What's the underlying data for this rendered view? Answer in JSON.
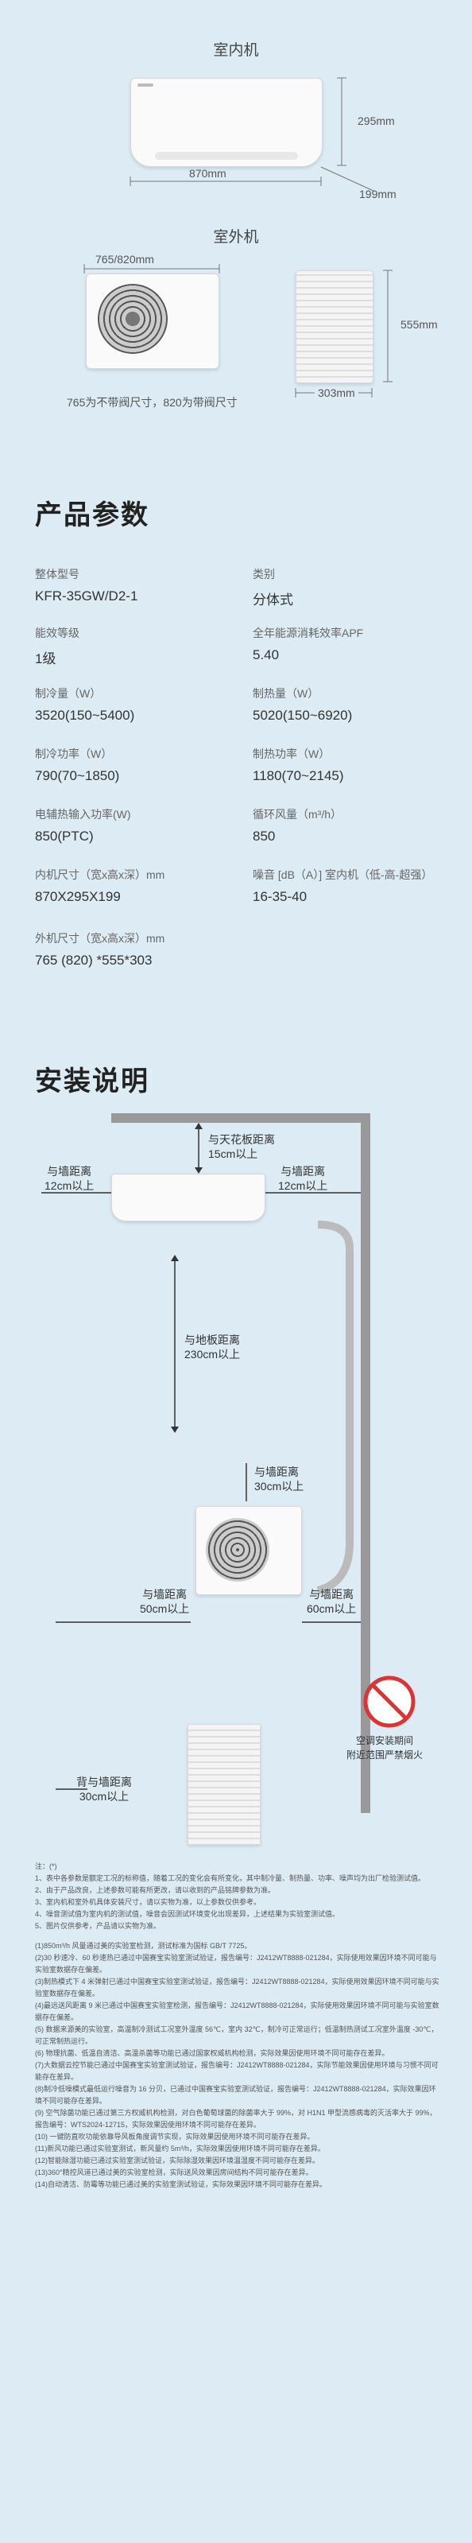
{
  "indoor": {
    "title": "室内机",
    "width": "870mm",
    "height": "295mm",
    "depth": "199mm"
  },
  "outdoor": {
    "title": "室外机",
    "width": "765/820mm",
    "width_note": "765为不带阀尺寸，820为带阀尺寸",
    "height": "555mm",
    "depth": "303mm"
  },
  "params": {
    "title": "产品参数",
    "items": [
      {
        "label": "整体型号",
        "value": "KFR-35GW/D2-1"
      },
      {
        "label": "类别",
        "value": "分体式"
      },
      {
        "label": "能效等级",
        "value": "1级"
      },
      {
        "label": "全年能源消耗效率APF",
        "value": "5.40"
      },
      {
        "label": "制冷量（W）",
        "value": "3520(150~5400)"
      },
      {
        "label": "制热量（W）",
        "value": "5020(150~6920)"
      },
      {
        "label": "制冷功率（W）",
        "value": "790(70~1850)"
      },
      {
        "label": "制热功率（W）",
        "value": "1180(70~2145)"
      },
      {
        "label": "电辅热输入功率(W)",
        "value": "850(PTC)"
      },
      {
        "label": "循环风量（m³/h）",
        "value": "850"
      },
      {
        "label": "内机尺寸（宽x高x深）mm",
        "value": "870X295X199"
      },
      {
        "label": "噪音 [dB（A）] 室内机（低-高-超强）",
        "value": "16-35-40"
      },
      {
        "label": "外机尺寸（宽x高x深）mm",
        "value": "765 (820) *555*303"
      }
    ]
  },
  "install": {
    "title": "安装说明",
    "ceiling": "与天花板距离\n15cm以上",
    "left_wall_in": "与墙距离\n12cm以上",
    "right_wall_in": "与墙距离\n12cm以上",
    "floor": "与地板距离\n230cm以上",
    "outdoor_top": "与墙距离\n30cm以上",
    "outdoor_left": "与墙距离\n50cm以上",
    "outdoor_right": "与墙距离\n60cm以上",
    "back_wall": "背与墙距离\n30cm以上",
    "warning": "空调安装期间\n附近范围严禁烟火"
  },
  "notes": [
    "注：(*)",
    "1、表中各参数是额定工况的标称值，随着工况的变化会有所变化，其中制冷量、制热量、功率、噪声均为出厂检验测试值。",
    "2、由于产品改良，上述参数可能有所更改，请以收到的产品铭牌参数为准。",
    "3、室内机和室外机具体安装尺寸，请以实物为准，以上参数仅供参考。",
    "4、噪音测试值为室内机的测试值，噪音会因测试环境变化出现差异，上述结果为实验室测试值。",
    "5、图片仅供参考，产品请以实物为准。",
    "(1)850m³/h 风量通过美的实验室检测，测试标准为国标 GB/T 7725。",
    "(2)30 秒速冷、60 秒速热已通过中国赛宝实验室测试验证，报告编号：J2412WT8888-021284，实际使用效果因环境不同可能与实验室数据存在偏差。",
    "(3)制热模式下 4 米弹射已通过中国赛宝实验室测试验证，报告编号：J2412WT8888-021284，实际使用效果因环境不同可能与实验室数据存在偏差。",
    "(4)最远送风距离 9 米已通过中国赛宝实验室检测，报告编号：J2412WT8888-021284，实际使用效果因环境不同可能与实验室数据存在偏差。",
    "(5) 数据来源美的实验室，高温制冷测试工况室外温度 56℃，室内 32℃，制冷可正常运行；低温制热测试工况室外温度 -30℃，可正常制热运行。",
    "(6) 物理抗菌、低温自清洁、高温杀菌等功能已通过国家权威机构检测，实际效果因使用环境不同可能存在差异。",
    "(7)大数据云控节能已通过中国赛宝实验室测试验证，报告编号：J2412WT8888-021284，实际节能效果因使用环境与习惯不同可能存在差异。",
    "(8)制冷低噪模式最低运行噪音为 16 分贝，已通过中国赛宝实验室测试验证，报告编号：J2412WT8888-021284，实际效果因环境不同可能存在差异。",
    "(9) 空气除菌功能已通过第三方权威机构检测，对白色葡萄球菌的除菌率大于 99%，对 H1N1 甲型流感病毒的灭活率大于 99%，报告编号：WTS2024-12715，实际效果因使用环境不同可能存在差异。",
    "(10) 一键防直吹功能依靠导风板角度调节实现，实际效果因使用环境不同可能存在差异。",
    "(11)新风功能已通过实验室测试，新风量约 5m³/h，实际效果因使用环境不同可能存在差异。",
    "(12)智能除湿功能已通过实验室测试验证，实际除湿效果因环境温湿度不同可能存在差异。",
    "(13)360°精控风道已通过美的实验室检测，实际送风效果因房间结构不同可能存在差异。",
    "(14)自动清洁、防霉等功能已通过美的实验室测试验证，实际效果因环境不同可能存在差异。"
  ]
}
